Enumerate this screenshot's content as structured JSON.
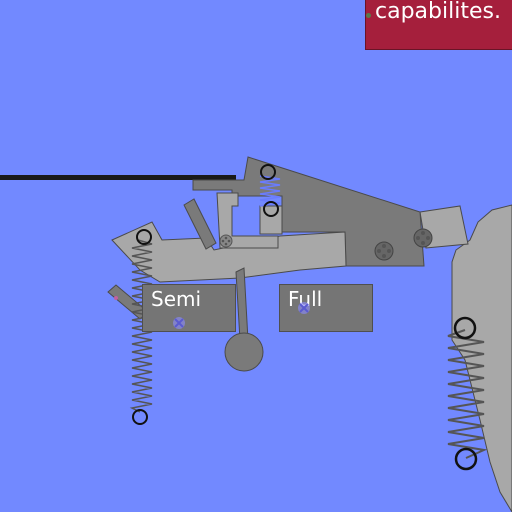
{
  "banner": {
    "text": "capabilites."
  },
  "mode_buttons": {
    "semi_label": "Semi",
    "full_label": "Full"
  },
  "colors": {
    "background": "#7289ff",
    "banner": "#a51f3c",
    "part_dark": "#7a7a7a",
    "part_light": "#a8a8a8",
    "outline": "#4a4a4a"
  },
  "icons": {
    "semi_marker": "x-cross-icon",
    "full_marker": "x-cross-icon",
    "pivot": "ring-icon",
    "bolt": "gear-bolt-icon"
  }
}
